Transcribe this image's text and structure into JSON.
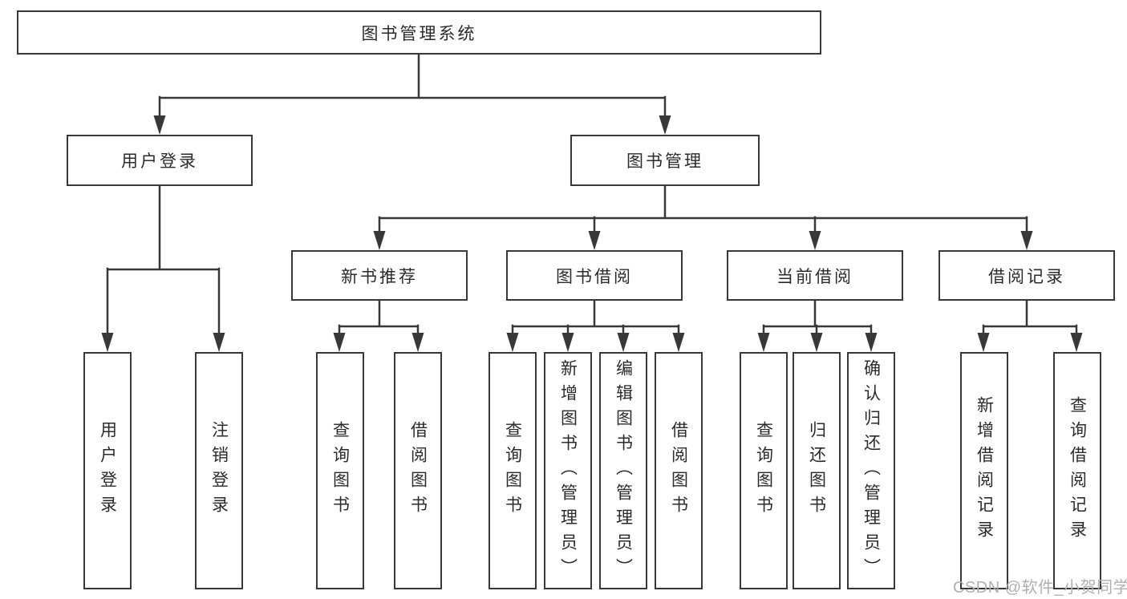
{
  "diagram": {
    "root": {
      "label": "图书管理系统"
    },
    "branches": {
      "user_login": {
        "label": "用户登录",
        "children": [
          {
            "label": "用户登录"
          },
          {
            "label": "注销登录"
          }
        ]
      },
      "book_mgmt": {
        "label": "图书管理",
        "sections": [
          {
            "label": "新书推荐",
            "children": [
              {
                "label": "查询图书"
              },
              {
                "label": "借阅图书"
              }
            ]
          },
          {
            "label": "图书借阅",
            "children": [
              {
                "label": "查询图书"
              },
              {
                "label": "新增图书（管理员）"
              },
              {
                "label": "编辑图书（管理员）"
              },
              {
                "label": "借阅图书"
              }
            ]
          },
          {
            "label": "当前借阅",
            "children": [
              {
                "label": "查询图书"
              },
              {
                "label": "归还图书"
              },
              {
                "label": "确认归还（管理员）"
              }
            ]
          },
          {
            "label": "借阅记录",
            "children": [
              {
                "label": "新增借阅记录"
              },
              {
                "label": "查询借阅记录"
              }
            ]
          }
        ]
      }
    }
  },
  "watermark": {
    "text": "CSDN @软件_小贺同学"
  },
  "colors": {
    "line": "#383838",
    "box_border": "#383838",
    "box_fill": "#ffffff",
    "text": "#2b2b2b",
    "watermark": "#b0b0b0"
  }
}
